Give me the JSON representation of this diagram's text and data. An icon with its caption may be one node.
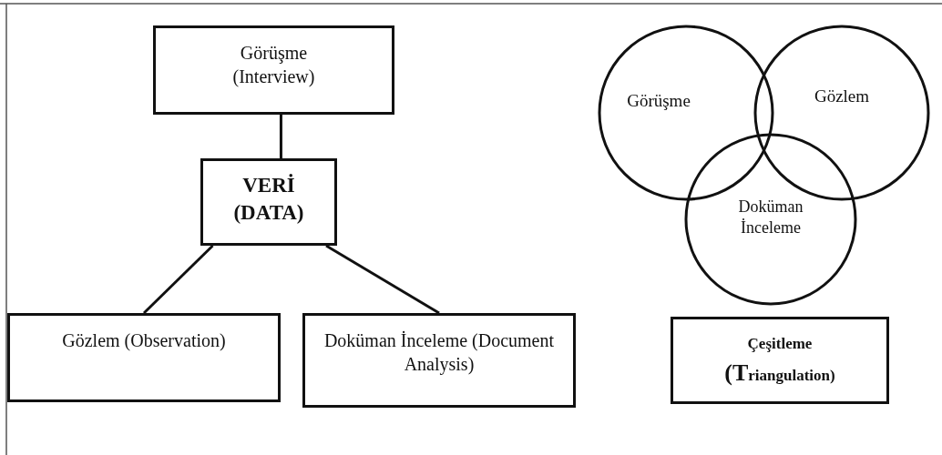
{
  "diagram": {
    "nodes": [
      {
        "text": [
          "Görüşme (Interview)"
        ]
      },
      {
        "text": [
          "VERİ (DATA)"
        ]
      },
      {
        "text": [
          "Gözlem (Observation)"
        ]
      },
      {
        "text": [
          "Doküman İnceleme (Document Analysis)"
        ]
      },
      {
        "text": [
          "Görüşme"
        ]
      },
      {
        "text": [
          "Gözlem"
        ]
      },
      {
        "text": [
          "Doküman İnceleme"
        ]
      },
      {
        "text": [
          "Çeşitleme",
          "(Triangulation)"
        ]
      }
    ],
    "edges": [
      {
        "from": 0,
        "to": 1,
        "arrow": "none"
      },
      {
        "from": 1,
        "to": 2,
        "arrow": "none"
      },
      {
        "from": 1,
        "to": 3,
        "arrow": "none"
      }
    ]
  }
}
